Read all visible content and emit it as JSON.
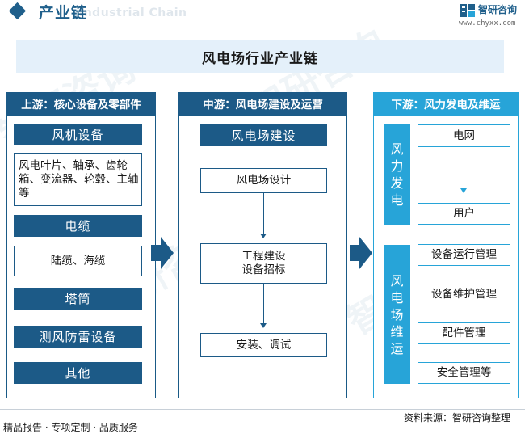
{
  "header": {
    "title": "产业链",
    "title_en": "Industrial Chain",
    "logo_name": "智研咨询",
    "logo_url": "www.chyxx.com",
    "watermark": "智研咨询"
  },
  "main_title": "风电场行业产业链",
  "upstream": {
    "heading": "上游：核心设备及零部件",
    "items": [
      {
        "label": "风机设备"
      },
      {
        "label": "风电叶片、轴承、齿轮箱、变流器、轮毂、主轴等"
      },
      {
        "label": "电缆"
      },
      {
        "label": "陆缆、海缆"
      },
      {
        "label": "塔筒"
      },
      {
        "label": "测风防雷设备"
      },
      {
        "label": "其他"
      }
    ]
  },
  "midstream": {
    "heading": "中游：风电场建设及运营",
    "items": [
      {
        "label": "风电场建设"
      },
      {
        "label": "风电场设计"
      },
      {
        "label": "工程建设\n设备招标"
      },
      {
        "label": "安装、调试"
      }
    ]
  },
  "downstream": {
    "heading": "下游：风力发电及维运",
    "group1": {
      "label": "风力发电",
      "items": [
        {
          "label": "电网"
        },
        {
          "label": "用户"
        }
      ]
    },
    "group2": {
      "label": "风电场维运",
      "items": [
        {
          "label": "设备运行管理"
        },
        {
          "label": "设备维护管理"
        },
        {
          "label": "配件管理"
        },
        {
          "label": "安全管理等"
        }
      ]
    }
  },
  "footer": {
    "left": "精品报告 · 专项定制 · 品质服务",
    "source": "资料来源：智研咨询整理"
  },
  "colors": {
    "dark_blue": "#1c5a87",
    "cyan": "#27a4d8",
    "title_bg": "#e4f0fa",
    "header_blue": "#1f5f8b"
  },
  "icons": {
    "header_bullet": "diamond-icon",
    "logo": "chyxx-logo-icon",
    "flow_arrow": "chevron-right-arrow-icon"
  }
}
